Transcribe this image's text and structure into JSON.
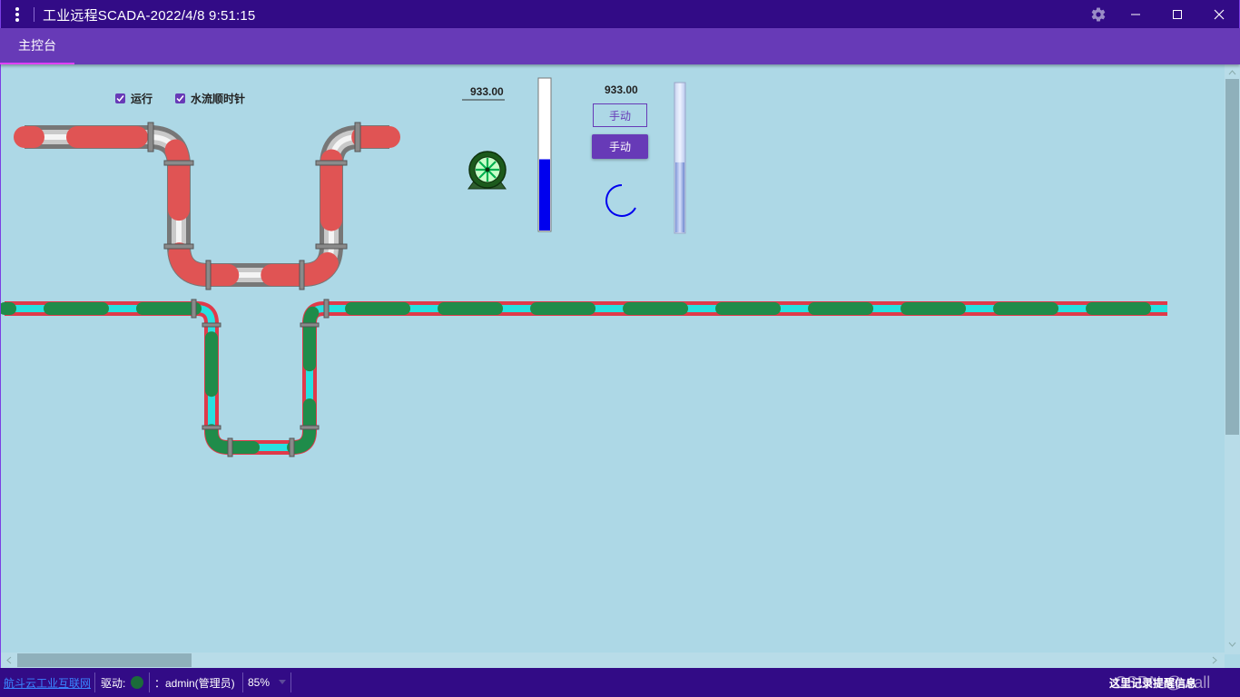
{
  "window": {
    "title": "工业远程SCADA-2022/4/8 9:51:15"
  },
  "icons": {
    "menu": "more-vert-icon",
    "settings": "gear-icon",
    "minimize": "minimize-icon",
    "maximize": "maximize-icon",
    "close": "close-icon",
    "pump": "pump-fan-icon"
  },
  "tabs": [
    {
      "label": "主控台",
      "selected": true
    }
  ],
  "controls": {
    "run_checkbox": {
      "label": "运行",
      "checked": true
    },
    "clockwise_checkbox": {
      "label": "水流顺时针",
      "checked": true
    },
    "value_left": "933.00",
    "value_right": "933.00",
    "manual_outline_label": "手动",
    "manual_filled_label": "手动",
    "tank_left_level": 0.47,
    "tank_right_level": 0.47
  },
  "statusbar": {
    "link": "航斗云工业互联网",
    "driver_label": "驱动:",
    "user": "：admin(管理员)",
    "zoom": "85%",
    "right_text": "这里记录提醒信息",
    "watermark": "CSDN @wall"
  },
  "colors": {
    "titlebar": "#320b86",
    "tabbar": "#673ab7",
    "content_bg": "#ADD8E6",
    "pipe_flow_top": "#e05454",
    "pipe_flow_bottom": "#1f8c4a",
    "pipe_core_bottom": "#29e0e0",
    "pipe_edge_bottom": "#e03a4a",
    "tank_fill_left": "#0000ee",
    "busy_ring": "#0000ee",
    "driver_status": "#1b6b3a"
  }
}
